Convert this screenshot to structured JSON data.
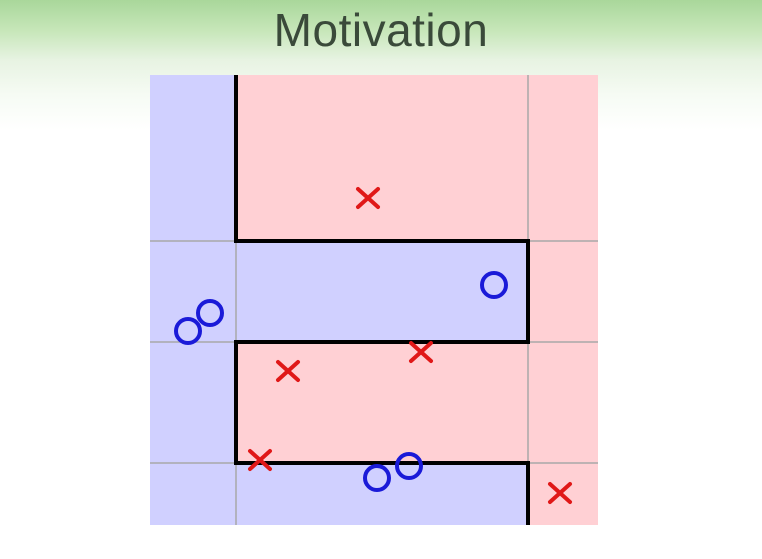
{
  "slide": {
    "title": "Motivation"
  },
  "colors": {
    "region_blue": "#d0d0ff",
    "region_red": "#ffd0d4",
    "grid": "#a8a8a8",
    "boundary": "#000000",
    "cross": "#e01818",
    "circle": "#1a1ad8"
  },
  "diagram": {
    "description_free": true,
    "marker_types": [
      "circle-marker",
      "cross-marker"
    ]
  }
}
